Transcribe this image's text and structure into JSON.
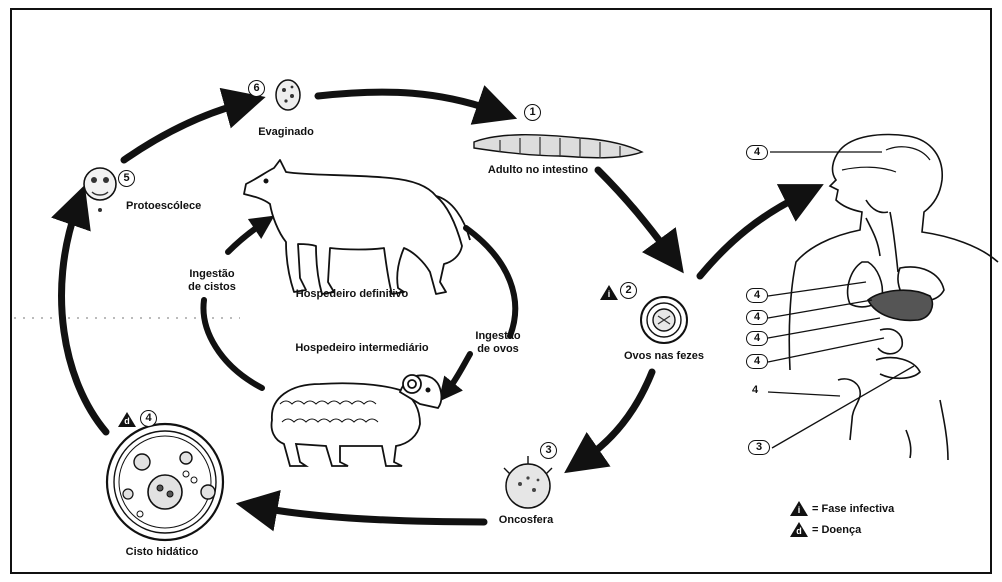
{
  "stages": {
    "adult": {
      "number": "1",
      "label": "Adulto no intestino"
    },
    "eggs": {
      "number": "2",
      "label": "Ovos nas fezes"
    },
    "oncosphere": {
      "number": "3",
      "label": "Oncosfera"
    },
    "cyst": {
      "number": "4",
      "label": "Cisto hidático"
    },
    "protoscolex": {
      "number": "5",
      "label": "Protoescólece"
    },
    "evaginated": {
      "number": "6",
      "label": "Evaginado"
    }
  },
  "hosts": {
    "definitive": "Hospedeiro definitivo",
    "intermediate": "Hospedeiro intermediário"
  },
  "transitions": {
    "cyst_ingestion": [
      "Ingestão",
      "de cistos"
    ],
    "egg_ingestion": [
      "Ingestão",
      "de ovos"
    ]
  },
  "symbols": {
    "infective_glyph": "i",
    "disease_glyph": "d"
  },
  "organs": {
    "labels": [
      "4",
      "4",
      "4",
      "4",
      "4",
      "4",
      "3"
    ]
  },
  "legend": {
    "infective": "= Fase infectiva",
    "disease": "= Doença"
  }
}
